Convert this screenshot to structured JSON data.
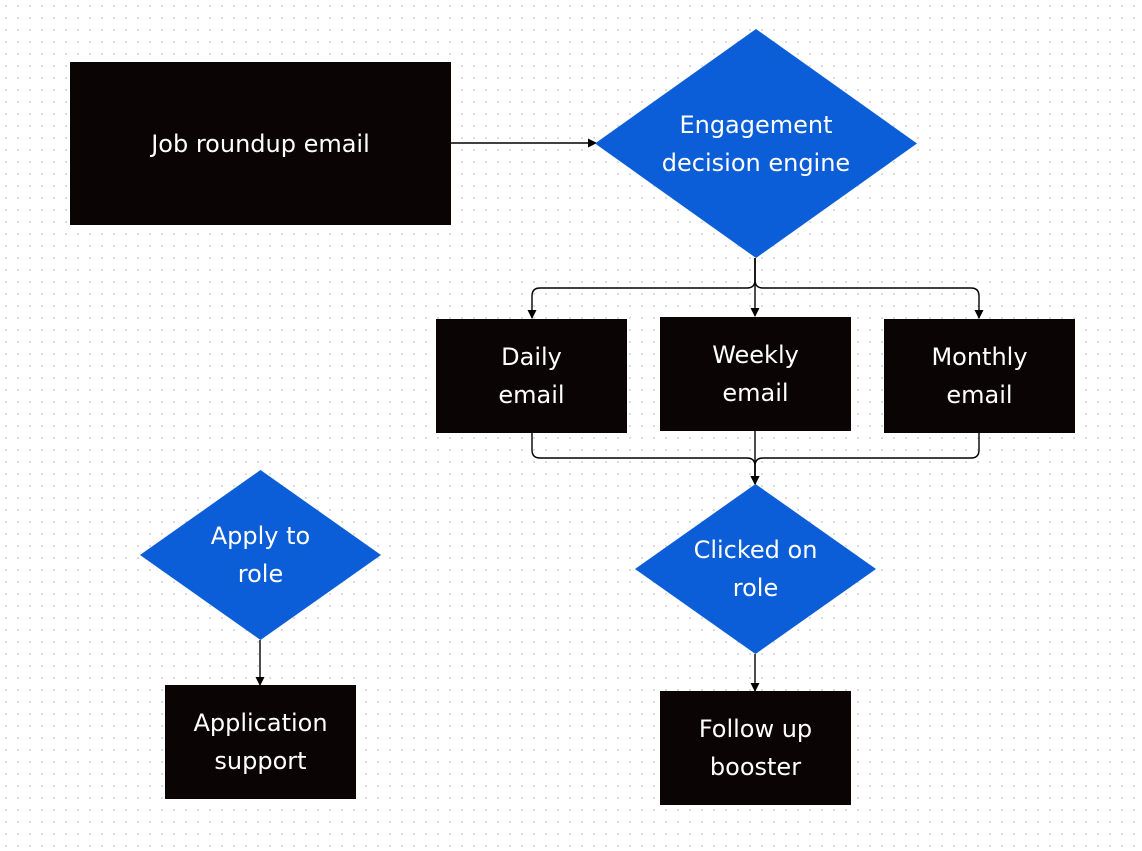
{
  "nodes": {
    "job_roundup": "Job roundup email",
    "decision_engine": "Engagement\ndecision engine",
    "daily": "Daily\nemail",
    "weekly": "Weekly\nemail",
    "monthly": "Monthly\nemail",
    "clicked": "Clicked on\nrole",
    "follow_up": "Follow up\nbooster",
    "apply": "Apply to\nrole",
    "app_support": "Application\nsupport"
  },
  "colors": {
    "process_fill": "#0a0404",
    "decision_fill": "#0b5ed7",
    "text": "#ffffff",
    "connector": "#000000"
  }
}
